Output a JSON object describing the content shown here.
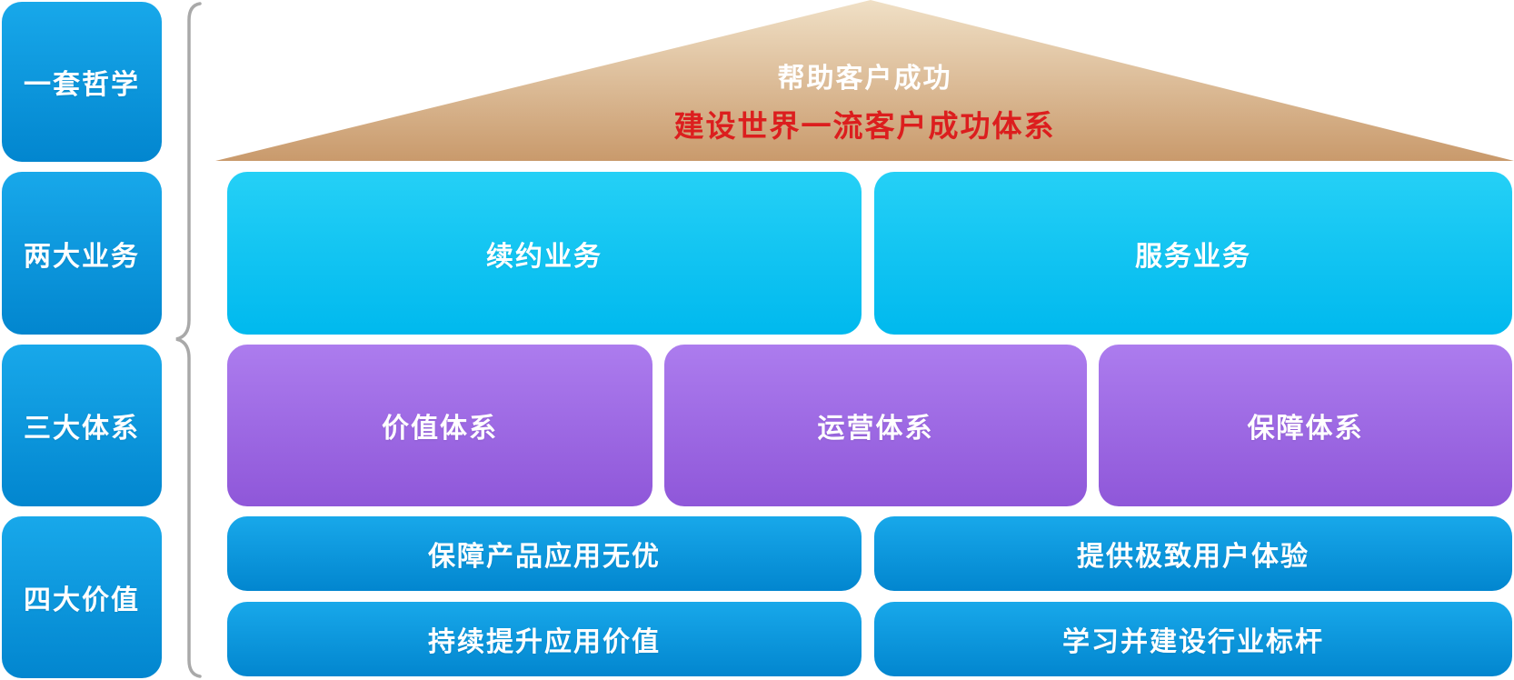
{
  "colors": {
    "blue_light": "#18a8ea",
    "blue_dark": "#0286cf",
    "cyan_light": "#25d0f6",
    "cyan_dark": "#00b9ee",
    "purple_light": "#ac7cee",
    "purple_dark": "#8f57d9",
    "tan_light": "#f0e0c6",
    "tan_dark": "#c99a6c",
    "red_text": "#dc1e1e",
    "brace_gray": "#a9a9a9",
    "box_text": "#ffffff"
  },
  "sidebar": {
    "items": [
      {
        "label": "一套哲学"
      },
      {
        "label": "两大业务"
      },
      {
        "label": "三大体系"
      },
      {
        "label": "四大价值"
      }
    ]
  },
  "pyramid": {
    "slogan": "帮助客户成功",
    "goal": "建设世界一流客户成功体系"
  },
  "businesses": {
    "items": [
      {
        "label": "续约业务"
      },
      {
        "label": "服务业务"
      }
    ]
  },
  "systems": {
    "items": [
      {
        "label": "价值体系"
      },
      {
        "label": "运营体系"
      },
      {
        "label": "保障体系"
      }
    ]
  },
  "values": {
    "items": [
      {
        "label": "保障产品应用无优"
      },
      {
        "label": "提供极致用户体验"
      },
      {
        "label": "持续提升应用价值"
      },
      {
        "label": "学习并建设行业标杆"
      }
    ]
  }
}
